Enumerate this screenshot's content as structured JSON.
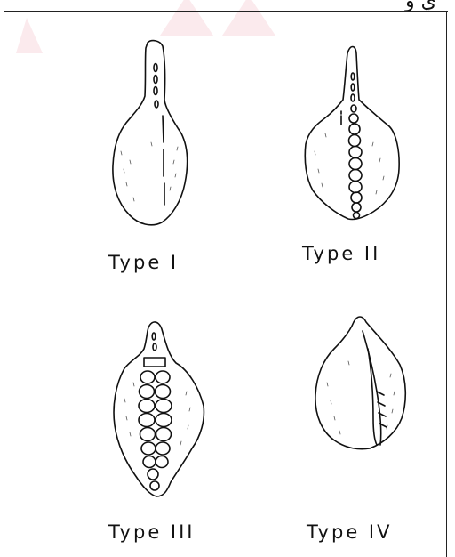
{
  "header_text": "ي و",
  "figure": {
    "items": [
      {
        "label": "Type I"
      },
      {
        "label": "Type II"
      },
      {
        "label": "Type III"
      },
      {
        "label": "Type IV"
      }
    ]
  },
  "colors": {
    "ink": "#111111",
    "watermark": "#f2b6c0",
    "background": "#ffffff"
  }
}
